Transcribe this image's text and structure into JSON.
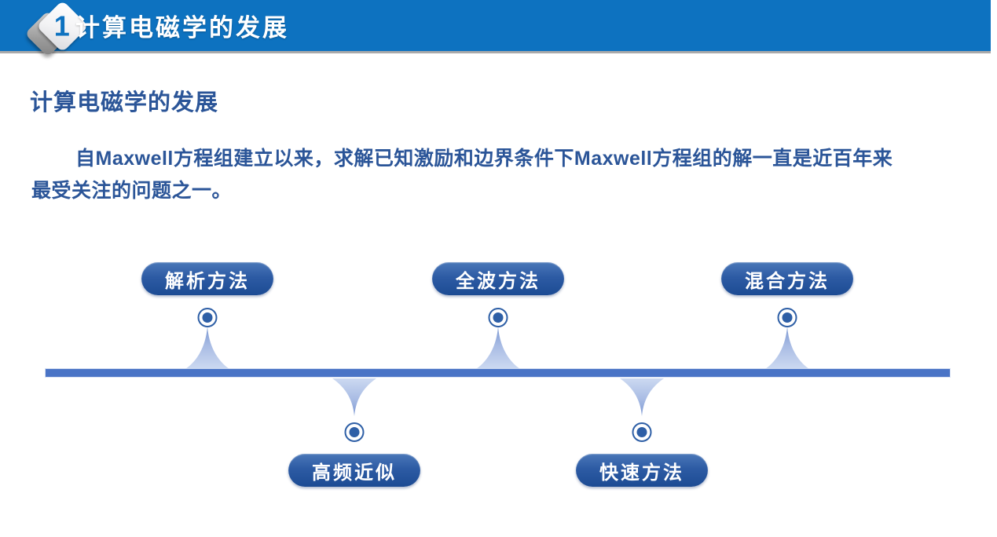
{
  "header": {
    "badge_number": "1",
    "title": "计算电磁学的发展"
  },
  "section": {
    "heading": "计算电磁学的发展"
  },
  "paragraph": {
    "line1": "自Maxwell方程组建立以来，求解已知激励和边界条件下Maxwell方程组的解一直是近百年来",
    "line2": "最受关注的问题之一。"
  },
  "timeline": {
    "top_items": [
      {
        "label": "解析方法"
      },
      {
        "label": "全波方法"
      },
      {
        "label": "混合方法"
      }
    ],
    "bottom_items": [
      {
        "label": "高频近似"
      },
      {
        "label": "快速方法"
      }
    ]
  },
  "colors": {
    "c-header": "#0d72c0",
    "c-text": "#2b5598",
    "c-pill-top": "#4a77b8",
    "c-pill-mid": "#2d5ba4",
    "c-pill-bottom": "#1c4b93",
    "c-bar": "#4a74c6",
    "c-bar-edge": "#d9e2f3",
    "c-marker": "#2e5fa6",
    "c-spike-dark": "#7b97d2",
    "c-spike-light": "#ccd9f1"
  }
}
